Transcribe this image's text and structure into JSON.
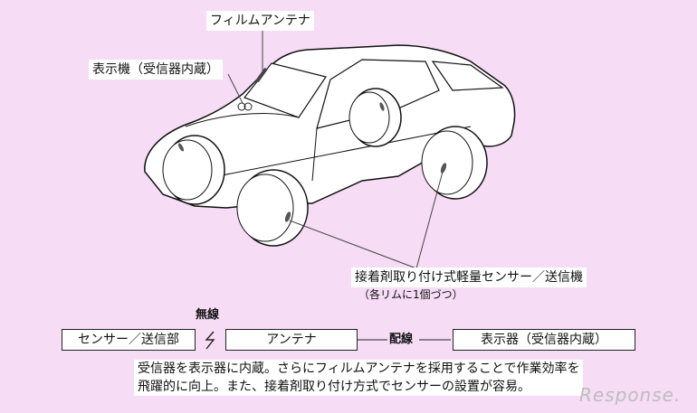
{
  "labels": {
    "film_antenna": "フィルムアンテナ",
    "display_unit": "表示機（受信器内蔵）",
    "sensor_title": "接着剤取り付け式軽量センサー／送信機",
    "sensor_note": "（各リムに1個づつ）"
  },
  "flow": {
    "sensor": "センサー／送信部",
    "wireless": "無線",
    "antenna": "アンテナ",
    "wired": "配線",
    "display": "表示器（受信器内蔵）"
  },
  "caption": {
    "line1": "受信器を表示器に内蔵。さらにフィルムアンテナを採用することで作業効率を",
    "line2": "飛躍的に向上。また、接着剤取り付け方式でセンサーの設置が容易。"
  },
  "watermark": "Response."
}
